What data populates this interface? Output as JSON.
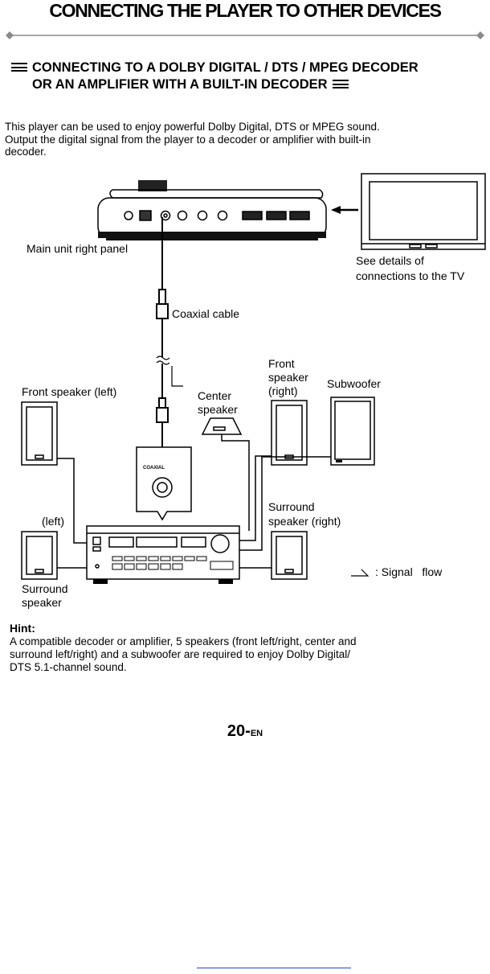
{
  "header": {
    "title": "CONNECTING THE PLAYER TO OTHER DEVICES"
  },
  "section": {
    "title_line1": "CONNECTING TO A DOLBY DIGITAL / DTS / MPEG DECODER",
    "title_line2": "OR AN AMPLIFIER WITH A BUILT-IN DECODER"
  },
  "intro": {
    "line1": "This player can be used to enjoy powerful Dolby Digital, DTS or MPEG sound.",
    "line2": "Output the digital signal from the player to a decoder or amplifier with built-in",
    "line3": "decoder."
  },
  "diagram": {
    "main_unit_label": "Main unit right panel",
    "tv_label_line1": "See details of",
    "tv_label_line2": "connections to the TV",
    "coaxial_cable_label": "Coaxial cable",
    "coaxial_jack_label": "COAXIAL",
    "front_left_label": "Front speaker (left)",
    "center_label_line1": "Center",
    "center_label_line2": "speaker",
    "front_right_label_line1": "Front",
    "front_right_label_line2": "speaker",
    "front_right_label_line3": "(right)",
    "subwoofer_label": "Subwoofer",
    "surround_left_top_label": "(left)",
    "surround_left_label_line1": "Surround",
    "surround_left_label_line2": "speaker",
    "surround_right_label_line1": "Surround",
    "surround_right_label_line2": "speaker (right)",
    "signal_flow_label": ": Signal   flow"
  },
  "hint": {
    "heading": "Hint:",
    "line1": "A compatible decoder or amplifier, 5 speakers (front left/right, center and",
    "line2": "surround left/right) and a subwoofer are required to enjoy Dolby Digital/",
    "line3": "DTS 5.1-channel sound."
  },
  "page": {
    "number": "20-",
    "suffix": "EN"
  }
}
